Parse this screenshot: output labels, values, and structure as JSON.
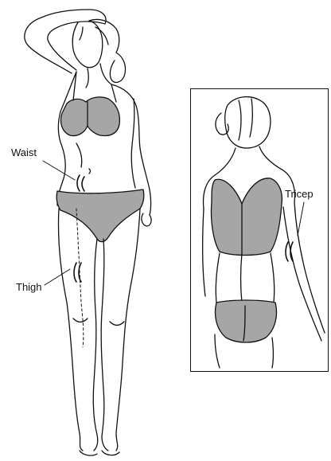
{
  "labels": {
    "waist": "Waist",
    "thigh": "Thigh",
    "tricep": "Tricep"
  },
  "colors": {
    "garment_fill": "#a6a6a6",
    "outline": "#111111",
    "background": "#ffffff"
  }
}
